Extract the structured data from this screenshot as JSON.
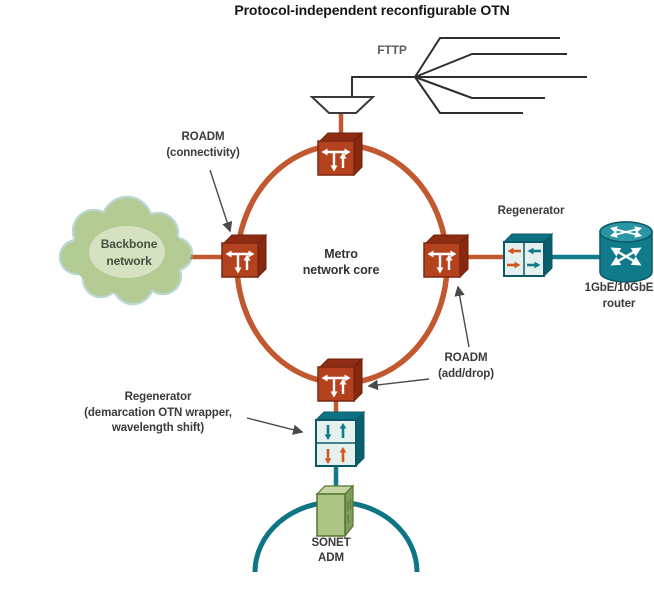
{
  "title": "Protocol-independent reconfigurable OTN",
  "labels": {
    "fttp": "FTTP",
    "roadm_connectivity": "ROADM\n(connectivity)",
    "backbone_network": "Backbone\nnetwork",
    "metro_network_core": "Metro\nnetwork core",
    "regenerator": "Regenerator",
    "router": "1GbE/10GbE\nrouter",
    "roadm_add_drop": "ROADM\n(add/drop)",
    "regenerator_demarcation": "Regenerator\n(demarcation OTN wrapper,\nwavelength shift)",
    "sonet_adm": "SONET\nADM"
  },
  "colors": {
    "ring_orange": "#C1582F",
    "roadm_box_front": "#B5421F",
    "roadm_box_dark": "#7C2810",
    "teal": "#0F7C8C",
    "teal_dark": "#0A5A66",
    "arrow_orange": "#D0591F",
    "cloud_fill": "#B3CB93",
    "cloud_glow": "#85B7AF",
    "adm_green": "#AEC588",
    "fanout_line": "#2E2E2E",
    "label_text": "#3A3A3A"
  },
  "icons": {
    "roadm": "red-cube-with-branching-white-arrows",
    "regenerator": "teal-box-with-bidirectional-arrows",
    "router": "teal-cylinder-with-crossed-arrows",
    "backbone": "green-cloud",
    "sonet_adm": "tall-green-box",
    "fttp_splitter": "funnel-trapezoid",
    "fttp_fanout": "five-line-fiber-fanout"
  },
  "diagram": {
    "type": "network-topology",
    "ring_label": "Metro network core",
    "nodes": [
      {
        "id": "backbone-network",
        "type": "cloud",
        "label": "Backbone network"
      },
      {
        "id": "roadm-west",
        "type": "roadm",
        "label": "ROADM (connectivity)"
      },
      {
        "id": "roadm-north",
        "type": "roadm",
        "label": ""
      },
      {
        "id": "roadm-east",
        "type": "roadm",
        "label": "ROADM (add/drop)"
      },
      {
        "id": "roadm-south",
        "type": "roadm",
        "label": "ROADM (add/drop)"
      },
      {
        "id": "fttp-splitter",
        "type": "splitter",
        "label": "FTTP"
      },
      {
        "id": "regenerator-east",
        "type": "regenerator",
        "label": "Regenerator"
      },
      {
        "id": "router",
        "type": "router",
        "label": "1GbE/10GbE router"
      },
      {
        "id": "regenerator-south",
        "type": "regenerator",
        "label": "Regenerator (demarcation OTN wrapper, wavelength shift)"
      },
      {
        "id": "sonet-adm",
        "type": "adm",
        "label": "SONET ADM"
      }
    ],
    "connections": [
      {
        "from": "roadm-north",
        "to": "roadm-east",
        "via": "metro-ring",
        "style": "orange"
      },
      {
        "from": "roadm-east",
        "to": "roadm-south",
        "via": "metro-ring",
        "style": "orange"
      },
      {
        "from": "roadm-south",
        "to": "roadm-west",
        "via": "metro-ring",
        "style": "orange"
      },
      {
        "from": "roadm-west",
        "to": "roadm-north",
        "via": "metro-ring",
        "style": "orange"
      },
      {
        "from": "backbone-network",
        "to": "roadm-west",
        "style": "orange"
      },
      {
        "from": "roadm-north",
        "to": "fttp-splitter",
        "style": "orange"
      },
      {
        "from": "fttp-splitter",
        "to": "fttp-fanout",
        "style": "black"
      },
      {
        "from": "roadm-east",
        "to": "regenerator-east",
        "style": "orange"
      },
      {
        "from": "regenerator-east",
        "to": "router",
        "style": "teal"
      },
      {
        "from": "roadm-south",
        "to": "regenerator-south",
        "style": "orange"
      },
      {
        "from": "regenerator-south",
        "to": "sonet-adm",
        "style": "teal"
      }
    ]
  }
}
